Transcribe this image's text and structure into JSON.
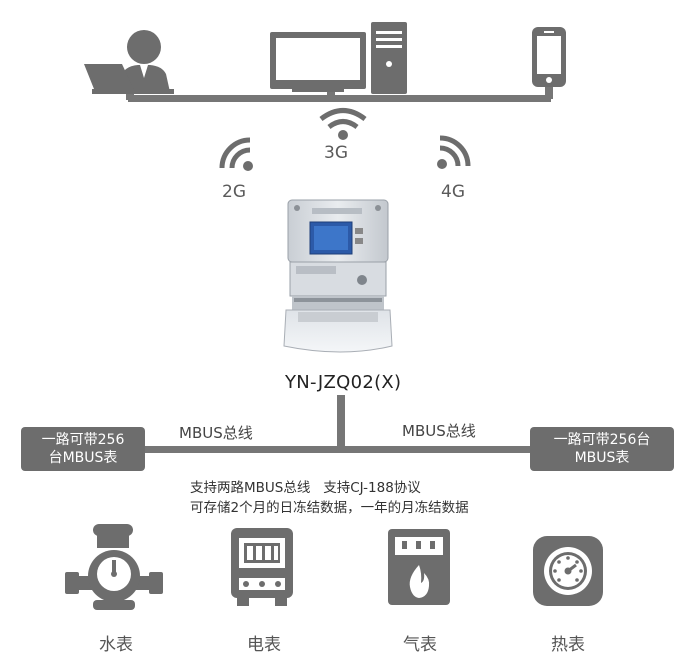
{
  "network": {
    "labels": [
      "3G",
      "2G",
      "4G"
    ]
  },
  "device": {
    "model": "YN-JZQ02(X)"
  },
  "bus": {
    "left_label": "MBUS总线",
    "right_label": "MBUS总线",
    "left_box": [
      "一路可带256",
      "台MBUS表"
    ],
    "right_box": [
      "一路可带256台",
      "MBUS表"
    ]
  },
  "notes": {
    "line1": "支持两路MBUS总线   支持CJ-188协议",
    "line2": "可存储2个月的日冻结数据，一年的月冻结数据"
  },
  "meters": {
    "water": "水表",
    "electric": "电表",
    "gas": "气表",
    "heat": "热表"
  },
  "colors": {
    "icon_gray": "#6d6d6d",
    "line_gray": "#767676"
  },
  "icons": [
    "user-at-laptop-icon",
    "desktop-computer-icon",
    "smartphone-icon",
    "wifi-signal-icon",
    "water-meter-icon",
    "electric-meter-icon",
    "gas-meter-icon",
    "heat-meter-icon"
  ]
}
